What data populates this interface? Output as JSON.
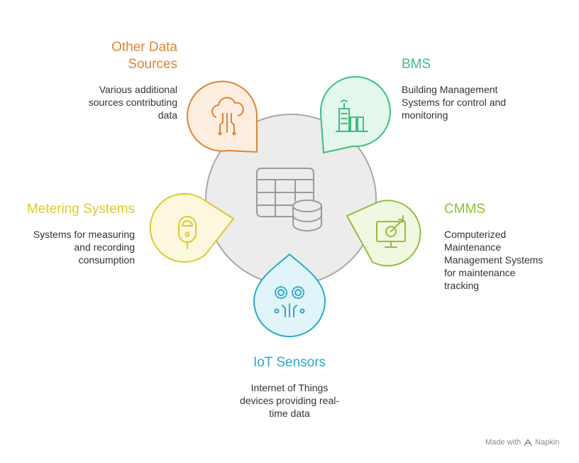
{
  "items": [
    {
      "key": "other",
      "title": "Other Data\nSources",
      "desc": "Various additional\nsources contributing\ndata",
      "color": "#dd8535",
      "fill": "#fdeee0",
      "icon": "cloud-data-icon"
    },
    {
      "key": "bms",
      "title": "BMS",
      "desc": "Building Management\nSystems for control and\nmonitoring",
      "color": "#3dbf80",
      "fill": "#e3f7ec",
      "icon": "building-signal-icon"
    },
    {
      "key": "cmms",
      "title": "CMMS",
      "desc": "Computerized\nMaintenance\nManagement Systems\nfor maintenance\ntracking",
      "color": "#90bf3a",
      "fill": "#f1f8e1",
      "icon": "monitor-target-icon"
    },
    {
      "key": "iot",
      "title": "IoT Sensors",
      "desc": "Internet of Things\ndevices providing real-\ntime data",
      "color": "#2aa9c8",
      "fill": "#e1f4fa",
      "icon": "gears-circuit-icon"
    },
    {
      "key": "metering",
      "title": "Metering Systems",
      "desc": "Systems for measuring\nand recording\nconsumption",
      "color": "#dcc933",
      "fill": "#fbf8dd",
      "icon": "meter-icon"
    }
  ],
  "center_icon": "database-table-icon",
  "footer": {
    "made_with": "Made with",
    "brand": "Napkin"
  }
}
